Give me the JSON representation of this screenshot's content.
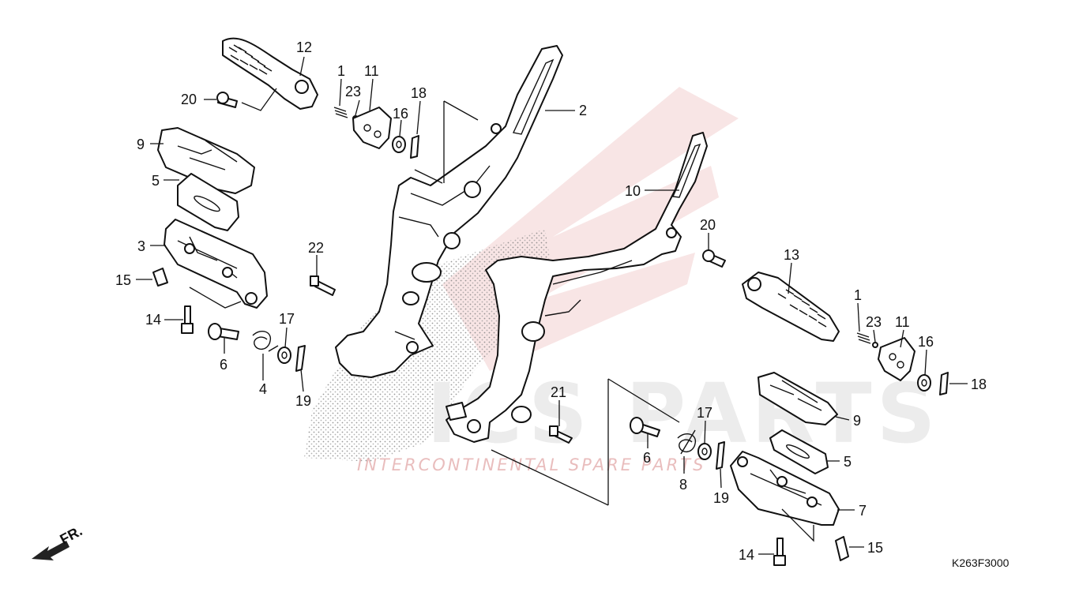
{
  "diagram": {
    "code": "K263F3000",
    "direction_label": "FR.",
    "watermark": {
      "brand": "ICS PARTS",
      "tagline": "INTERCONTINENTAL SPARE PARTS"
    },
    "callouts": [
      "12",
      "1",
      "23",
      "11",
      "18",
      "16",
      "2",
      "20",
      "9",
      "5",
      "3",
      "15",
      "14",
      "6",
      "4",
      "17",
      "19",
      "22",
      "10",
      "20",
      "13",
      "1",
      "23",
      "11",
      "16",
      "18",
      "21",
      "17",
      "9",
      "6",
      "8",
      "19",
      "5",
      "7",
      "14",
      "15"
    ]
  }
}
